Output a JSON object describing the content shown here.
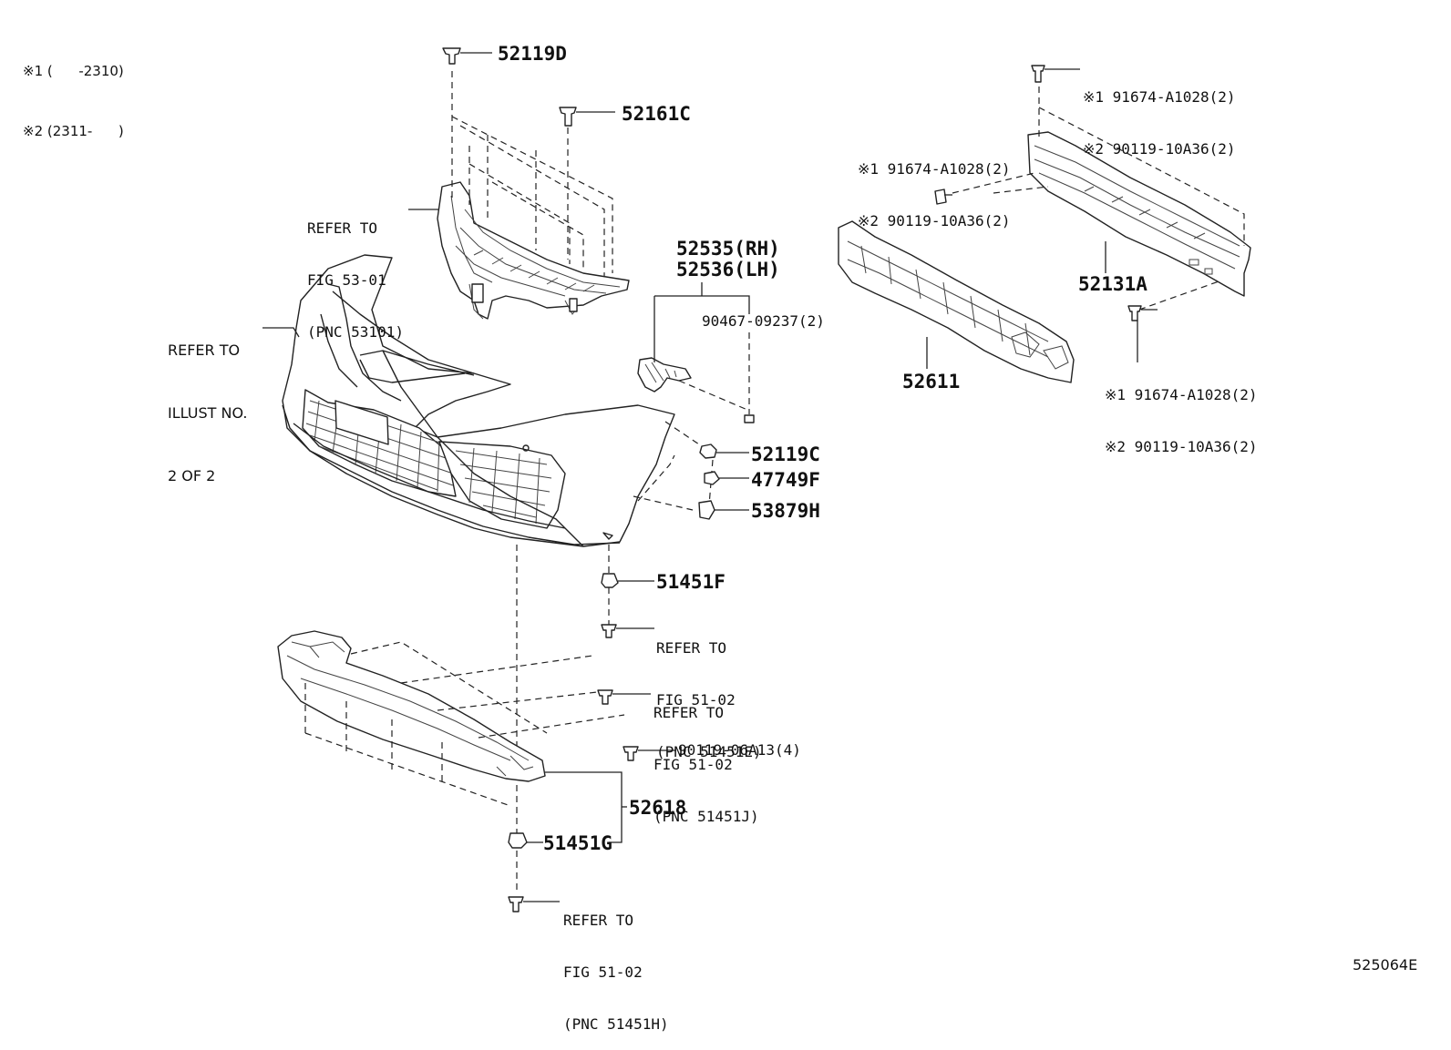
{
  "legend": {
    "note1": "※1 (      -2310)",
    "note2": "※2 (2311-      )"
  },
  "labels": {
    "p52119D": "52119D",
    "p52161C": "52161C",
    "refer_grille": [
      "REFER TO",
      "FIG 53-01",
      "(PNC 53101)"
    ],
    "refer_illust": [
      "REFER TO",
      "ILLUST NO.",
      "2 OF 2"
    ],
    "p52535": "52535(RH)",
    "p52536": "52536(LH)",
    "p90467": "90467-09237(2)",
    "p52119C": "52119C",
    "p47749F": "47749F",
    "p53879H": "53879H",
    "p51451F": "51451F",
    "refer_e": [
      "REFER TO",
      "FIG 51-02",
      "(PNC 51451E)"
    ],
    "refer_j": [
      "REFER TO",
      "FIG 51-02",
      "(PNC 51451J)"
    ],
    "p90119_06": "90119-06A13(4)",
    "p52618": "52618",
    "p51451G": "51451G",
    "refer_h": [
      "REFER TO",
      "FIG 51-02",
      "(PNC 51451H)"
    ],
    "bolt_top": [
      "※1 91674-A1028(2)",
      "※2 90119-10A36(2)"
    ],
    "bolt_left": [
      "※1 91674-A1028(2)",
      "※2 90119-10A36(2)"
    ],
    "bolt_right": [
      "※1 91674-A1028(2)",
      "※2 90119-10A36(2)"
    ],
    "p52131A": "52131A",
    "p52611": "52611",
    "diagram_id": "525064E"
  }
}
